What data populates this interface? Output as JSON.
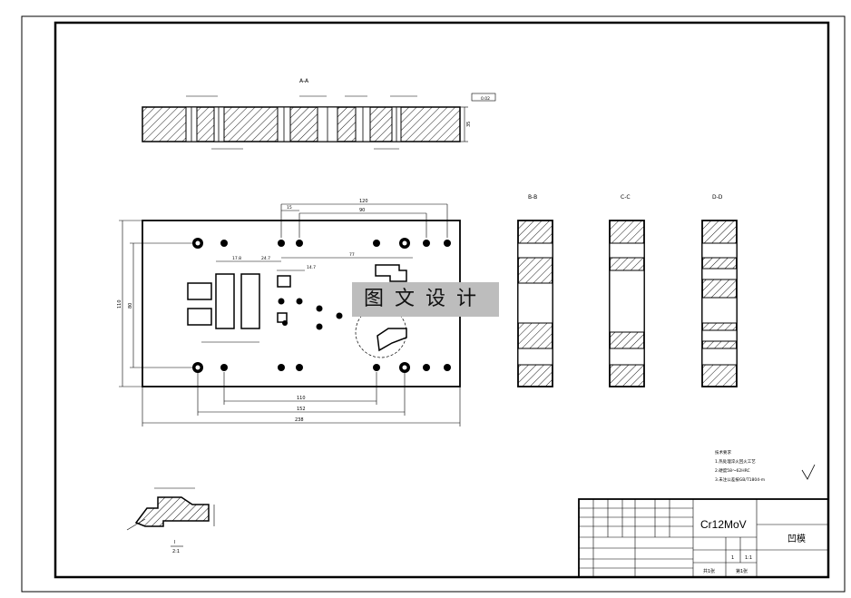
{
  "drawing": {
    "material": "Cr12MoV",
    "part_name": "凹模",
    "watermark": "图文设计",
    "section_labels": {
      "aa": "A-A",
      "bb": "B-B",
      "cc": "C-C",
      "dd": "D-D",
      "detail": "I",
      "detail_scale": "2:1"
    },
    "plan_dims": {
      "width_total": "238",
      "width_152": "152",
      "width_110": "110",
      "top_120": "120",
      "top_90": "90",
      "top_15": "15",
      "height_110": "110",
      "height_80": "80",
      "d_17_8": "17.8",
      "d_24_7": "24.7",
      "d_77": "77",
      "d_14_7": "14.7"
    },
    "section_dims": {
      "aa_thickness": "35",
      "flatness": "0.02"
    },
    "notes": {
      "title": "技术要求",
      "line1": "1.热处理淬火回火工艺",
      "line2": "2.硬度58～62HRC",
      "line3": "3.未注公差按GB/T1804-m"
    },
    "title_block": {
      "scale": "1:1",
      "sheets": "共1张",
      "sheet_no": "第1张",
      "qty": "1"
    },
    "colors": {
      "line": "#000000",
      "watermark_bg": "#bdbdbd",
      "sheet_bg": "#ffffff"
    }
  }
}
